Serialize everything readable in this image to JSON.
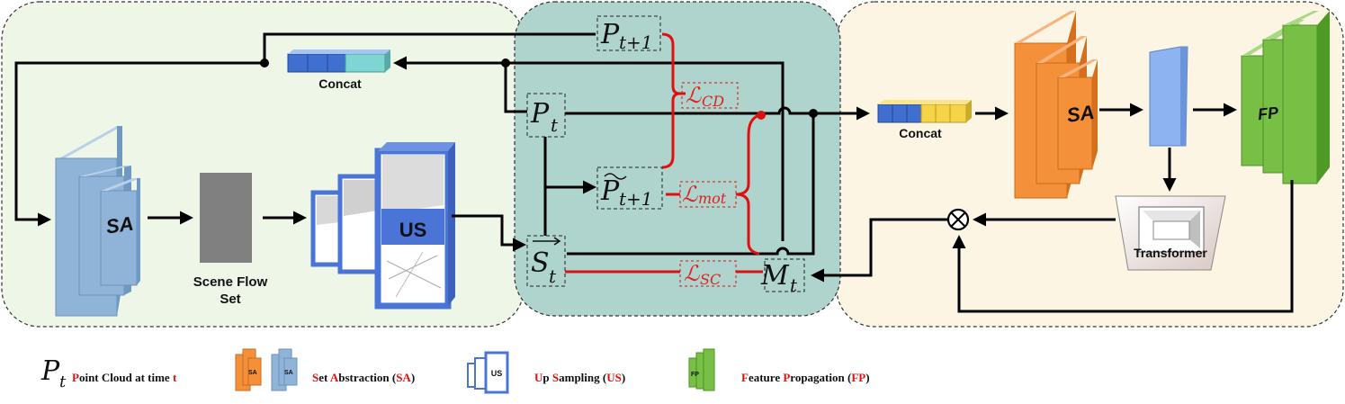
{
  "labels": {
    "concat_left": "Concat",
    "concat_right": "Concat",
    "sa_left": "SA",
    "sa_right": "SA",
    "us": "US",
    "fp": "FP",
    "scene_flow_1": "Scene Flow",
    "scene_flow_2": "Set",
    "transformer": "Transformer",
    "otimes": "⊗"
  },
  "nodes": {
    "p_t1_main": "P",
    "p_t1_sub": "t+1",
    "p_t_main": "P",
    "p_t_sub": "t",
    "ptilde_main": "P",
    "ptilde_sub": "t+1",
    "s_main": "S",
    "s_sub": "t",
    "m_main": "M",
    "m_sub": "t"
  },
  "losses": {
    "cd_main": "ℒ",
    "cd_sub": "CD",
    "mot_main": "ℒ",
    "mot_sub": "mot",
    "sc_main": "ℒ",
    "sc_sub": "SC"
  },
  "legend": {
    "pt_main": "P",
    "pt_sub": "t",
    "pt_desc_1": "P",
    "pt_desc_2": "oint Cloud at time ",
    "pt_desc_3": "t",
    "sa_desc_1": "S",
    "sa_desc_2": "et ",
    "sa_desc_3": "A",
    "sa_desc_4": "bstraction (",
    "sa_desc_5": "SA",
    "sa_desc_6": ")",
    "us_desc_1": "U",
    "us_desc_2": "p ",
    "us_desc_3": "S",
    "us_desc_4": "ampling (",
    "us_desc_5": "US",
    "us_desc_6": ")",
    "fp_desc_1": "F",
    "fp_desc_2": "eature ",
    "fp_desc_3": "P",
    "fp_desc_4": "ropagation (",
    "fp_desc_5": "FP",
    "fp_desc_6": ")",
    "icon_sa_1": "SA",
    "icon_sa_2": "SA",
    "icon_us": "US",
    "icon_fp": "FP"
  },
  "colors": {
    "panel_left": "#eef6e8",
    "panel_mid": "#afd4cd",
    "panel_right": "#fdf5e3",
    "sa_blue": "#8fb4d8",
    "sa_orange": "#f5903a",
    "fp_green": "#77bf45",
    "concat_blue": "#3f6fcf",
    "concat_cyan": "#7dd6d2",
    "concat_yellow": "#f5d44a",
    "loss_red": "#e01010"
  }
}
